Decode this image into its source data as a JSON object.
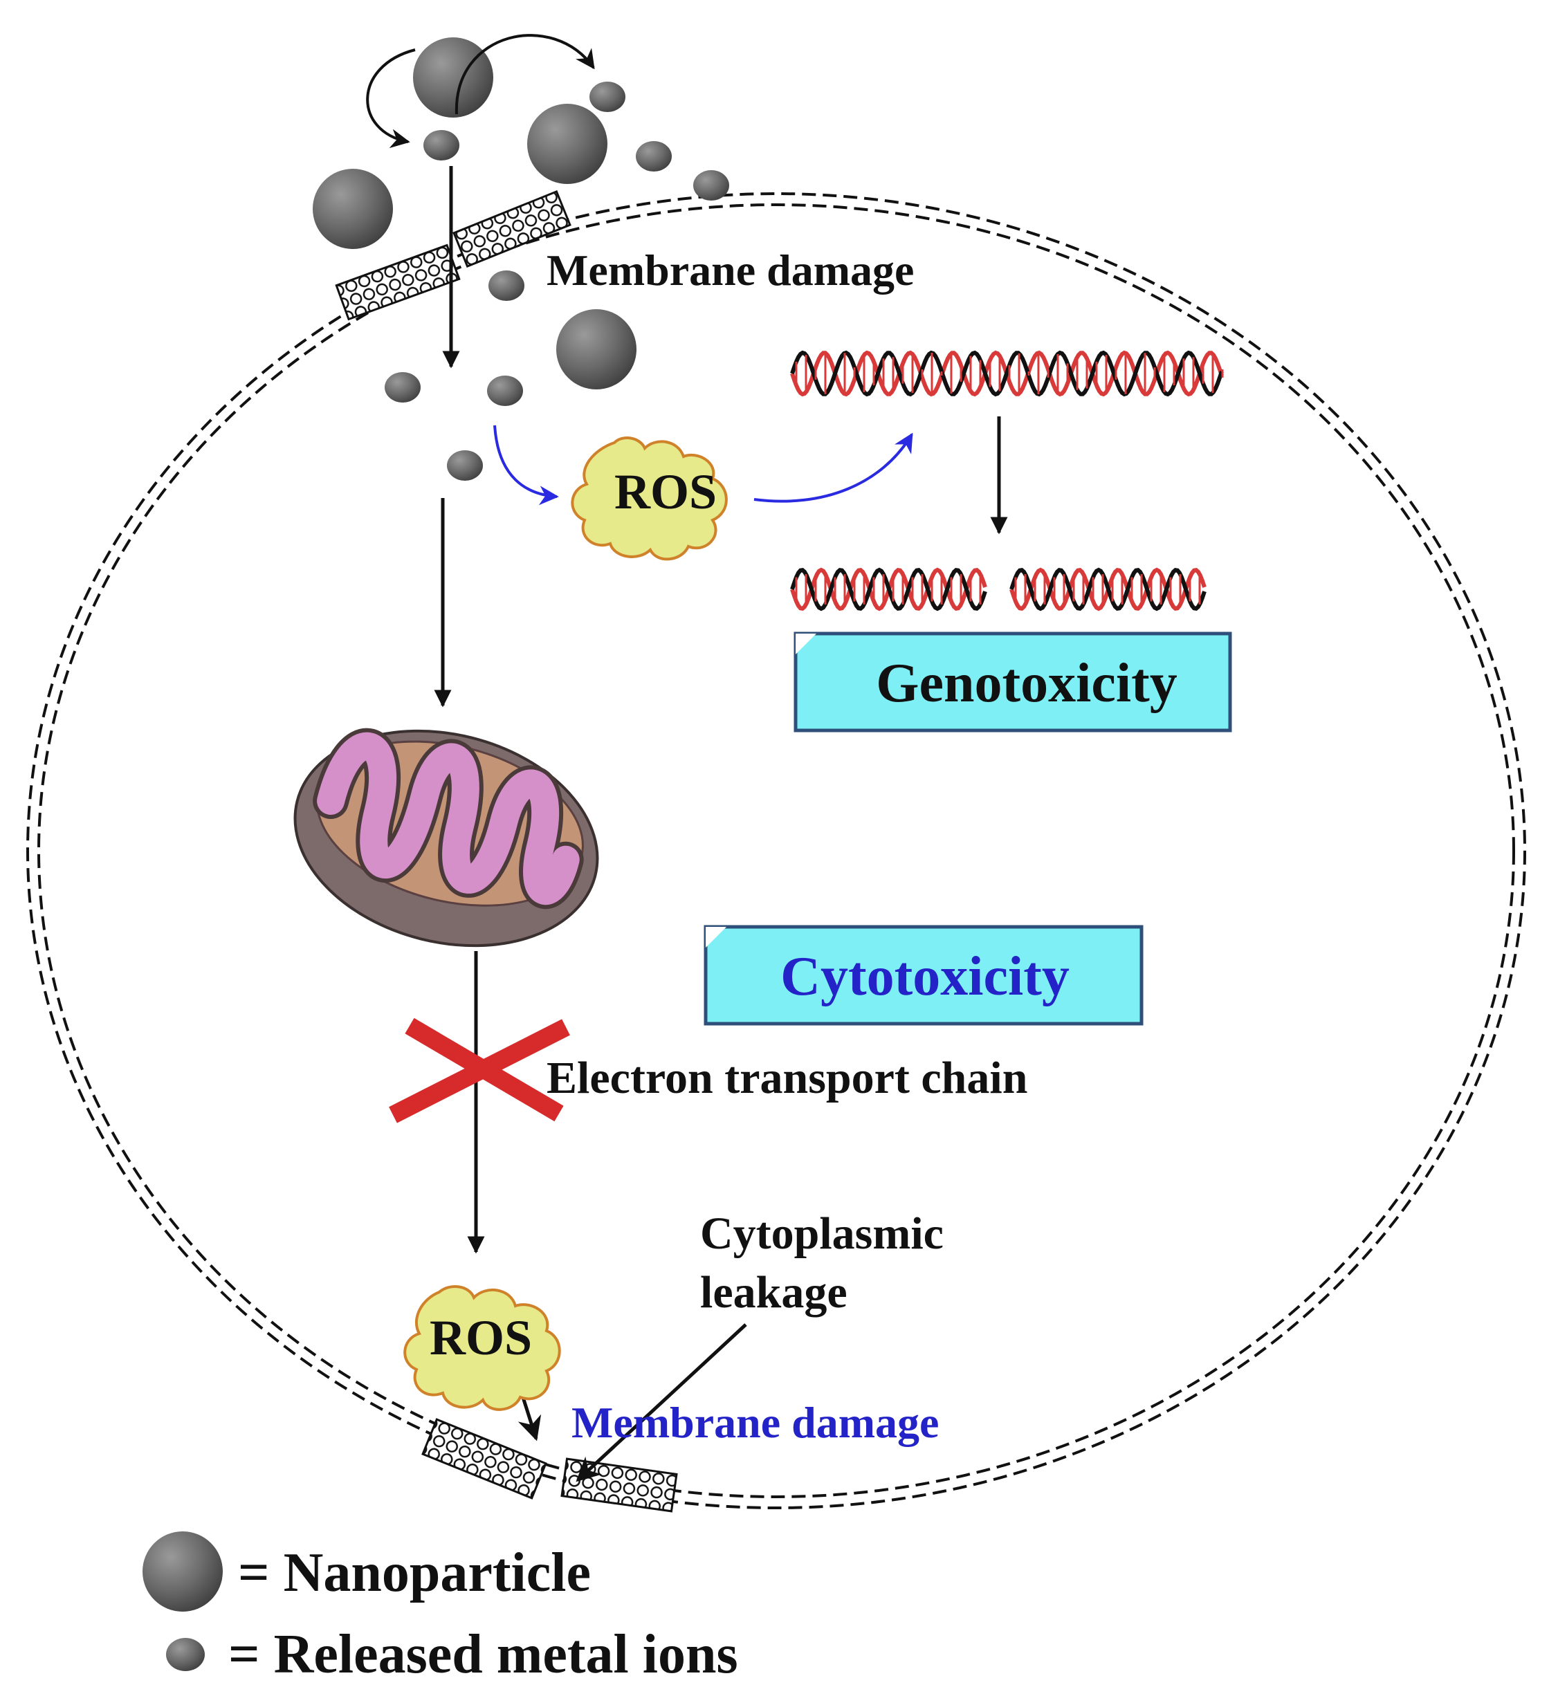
{
  "labels": {
    "membrane_damage_top": "Membrane damage",
    "ros_top": "ROS",
    "genotoxicity": "Genotoxicity",
    "cytotoxicity": "Cytotoxicity",
    "electron_transport_chain": "Electron transport chain",
    "cytoplasmic_leakage_line1": "Cytoplasmic",
    "cytoplasmic_leakage_line2": "leakage",
    "ros_bottom": "ROS",
    "membrane_damage_bottom": "Membrane damage"
  },
  "legend": {
    "nanoparticle": "= Nanoparticle",
    "metal_ions": "= Released metal ions"
  },
  "colors": {
    "particle": "#6e6e6e",
    "dna_red": "#d83a3a",
    "dna_black": "#111111",
    "ros_fill": "#e6ea8a",
    "ros_stroke": "#d0822a",
    "box_fill": "#7ef0f5",
    "box_stroke": "#2d4f7a",
    "blue_text": "#2323c8",
    "mito_outer": "#7d6a6a",
    "mito_inner": "#c49476",
    "mito_cristae": "#d690c9",
    "cross_red": "#d72a2a",
    "blue_arrow": "#2a2ae0"
  }
}
